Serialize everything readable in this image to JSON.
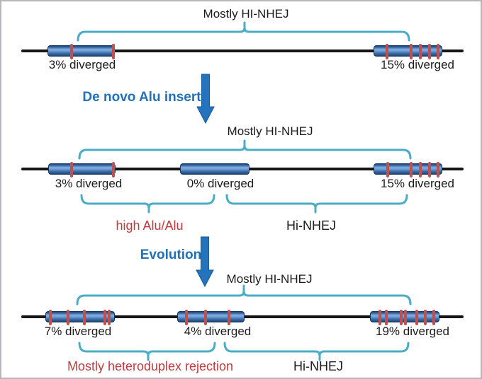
{
  "diagram": {
    "stages": [
      {
        "name": "initial",
        "top_bracket_label": "Mostly HI-NHEJ",
        "elements": [
          {
            "label": "3% diverged",
            "tick_x": [
              33,
              92
            ]
          },
          {
            "label": "15% diverged",
            "tick_x": [
              18,
              52,
              65,
              78,
              90
            ]
          }
        ]
      },
      {
        "name": "after-de-novo-insert",
        "top_bracket_label": "Mostly HI-NHEJ",
        "elements": [
          {
            "label": "3% diverged",
            "tick_x": [
              32,
              91
            ]
          },
          {
            "label": "0% diverged",
            "tick_x": []
          },
          {
            "label": "15% diverged",
            "tick_x": [
              19,
              52,
              65,
              78,
              90
            ]
          }
        ],
        "bottom_left_label": "high Alu/Alu",
        "bottom_right_label": "Hi-NHEJ"
      },
      {
        "name": "after-evolution",
        "top_bracket_label": "Mostly HI-NHEJ",
        "elements": [
          {
            "label": "7% diverged",
            "tick_x": [
              6,
              31,
              54,
              83,
              89
            ]
          },
          {
            "label": "4% diverged",
            "tick_x": [
              12,
              39,
              72
            ]
          },
          {
            "label": "19% diverged",
            "tick_x": [
              13,
              22,
              43,
              49,
              65,
              77,
              89
            ]
          }
        ],
        "bottom_left_label": "Mostly heteroduplex rejection",
        "bottom_right_label": "Hi-NHEJ"
      }
    ],
    "arrows": [
      {
        "label": "De novo Alu insert"
      },
      {
        "label": "Evolution"
      }
    ],
    "colors": {
      "bracket": "#4BACC6",
      "mismatch_tick": "#C0504D",
      "arrow_blue": "#2473BC",
      "arrow_blue_dark": "#1A5A9A",
      "blue_text": "#2071B8",
      "red_text": "#C03A3E",
      "dna_line": "#161616",
      "alu_border": "#17365D",
      "alu_fill_light": "#86B0E0",
      "alu_fill_dark": "#1E4677"
    }
  }
}
